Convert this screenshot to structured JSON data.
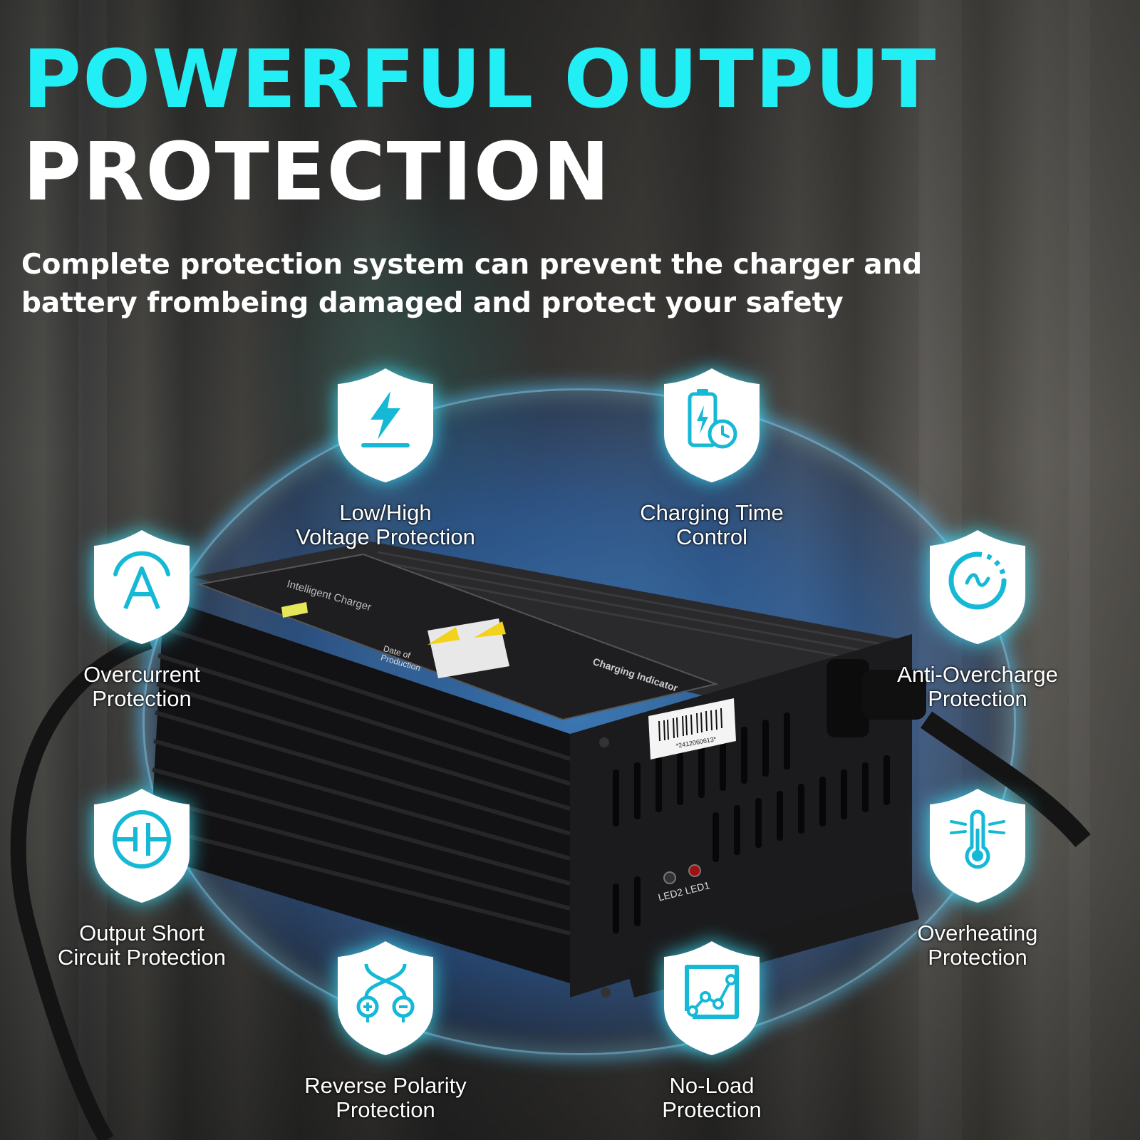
{
  "headline": {
    "line1": "POWERFUL OUTPUT",
    "line2": "PROTECTION"
  },
  "subtitle": "Complete protection system can prevent the charger and battery frombeing damaged and protect your safety",
  "colors": {
    "headline_accent": "#22eef5",
    "icon_stroke": "#15b9d6",
    "glow": "#3a8fe0"
  },
  "features": [
    {
      "icon": "lightning-icon",
      "label": "Low/High\nVoltage Protection"
    },
    {
      "icon": "battery-clock-icon",
      "label": "Charging Time\nControl"
    },
    {
      "icon": "ampere-icon",
      "label": "Overcurrent\nProtection"
    },
    {
      "icon": "anti-overcharge-icon",
      "label": "Anti-Overcharge\nProtection"
    },
    {
      "icon": "short-circuit-icon",
      "label": "Output Short\nCircuit Protection"
    },
    {
      "icon": "thermometer-icon",
      "label": "Overheating\nProtection"
    },
    {
      "icon": "reverse-polarity-icon",
      "label": "Reverse Polarity\nProtection"
    },
    {
      "icon": "no-load-icon",
      "label": "No-Load\nProtection"
    }
  ],
  "product": {
    "panel_title": "Intelligent Charger",
    "indicator_title": "Charging Indicator",
    "date_label": "Date of Production",
    "barcode": "*2412060613*",
    "led_labels": "LED2 LED1"
  }
}
